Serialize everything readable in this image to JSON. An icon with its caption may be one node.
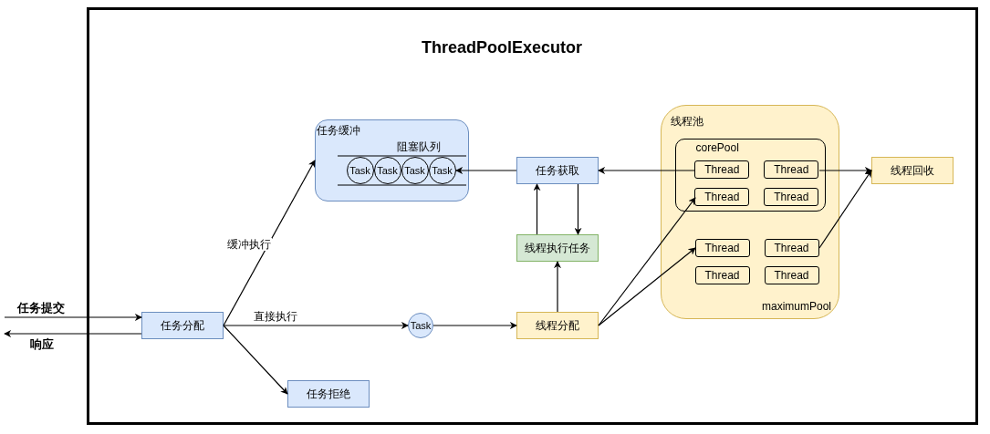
{
  "diagram": {
    "nodes": [
      {
        "text": [
          "ThreadPoolExecutor"
        ]
      },
      {
        "text": [
          "任务缓冲",
          "阻塞队列"
        ],
        "in": 0
      },
      {
        "text": [
          "Task"
        ],
        "in": 1
      },
      {
        "text": [
          "Task"
        ],
        "in": 1
      },
      {
        "text": [
          "Task"
        ],
        "in": 1
      },
      {
        "text": [
          "Task"
        ],
        "in": 1
      },
      {
        "text": [
          "任务获取"
        ],
        "in": 0
      },
      {
        "text": [
          "线程执行任务"
        ],
        "in": 0
      },
      {
        "text": [
          "任务分配"
        ],
        "in": 0
      },
      {
        "text": [
          "Task"
        ],
        "in": 0
      },
      {
        "text": [
          "线程分配"
        ],
        "in": 0
      },
      {
        "text": [
          "任务拒绝"
        ],
        "in": 0
      },
      {
        "text": [
          "线程池",
          "maximumPool"
        ],
        "in": 0
      },
      {
        "text": [
          "corePool"
        ],
        "in": 12
      },
      {
        "text": [
          "Thread"
        ],
        "in": 13
      },
      {
        "text": [
          "Thread"
        ],
        "in": 13
      },
      {
        "text": [
          "Thread"
        ],
        "in": 13
      },
      {
        "text": [
          "Thread"
        ],
        "in": 13
      },
      {
        "text": [
          "Thread"
        ],
        "in": 12
      },
      {
        "text": [
          "Thread"
        ],
        "in": 12
      },
      {
        "text": [
          "Thread"
        ],
        "in": 12
      },
      {
        "text": [
          "Thread"
        ],
        "in": 12
      },
      {
        "text": [
          "线程回收"
        ],
        "in": 0
      }
    ],
    "edges": [
      {
        "from": null,
        "to": 8,
        "arrow": "to",
        "label": "任务提交"
      },
      {
        "from": 8,
        "to": null,
        "arrow": "to",
        "label": "响应"
      },
      {
        "from": 8,
        "to": 1,
        "arrow": "to",
        "label": "缓冲执行"
      },
      {
        "from": 8,
        "to": 9,
        "arrow": "to",
        "label": "直接执行"
      },
      {
        "from": 8,
        "to": 11,
        "arrow": "to"
      },
      {
        "from": 9,
        "to": 10,
        "arrow": "to"
      },
      {
        "from": 6,
        "to": 5,
        "arrow": "to"
      },
      {
        "from": 14,
        "to": 6,
        "arrow": "to"
      },
      {
        "from": 6,
        "to": 7,
        "arrow": "to"
      },
      {
        "from": 7,
        "to": 6,
        "arrow": "to"
      },
      {
        "from": 10,
        "to": 7,
        "arrow": "to"
      },
      {
        "from": 10,
        "to": 16,
        "arrow": "to"
      },
      {
        "from": 10,
        "to": 18,
        "arrow": "to"
      },
      {
        "from": 15,
        "to": 22,
        "arrow": "to"
      },
      {
        "from": 19,
        "to": 22,
        "arrow": "to"
      }
    ]
  }
}
